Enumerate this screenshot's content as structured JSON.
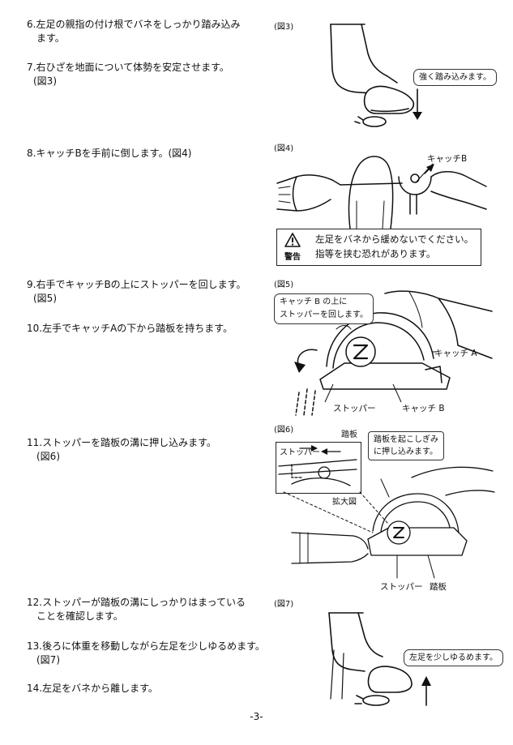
{
  "steps": [
    {
      "id": "6",
      "line1": "6.左足の親指の付け根でバネをしっかり踏み込み",
      "line2": "ます。"
    },
    {
      "id": "7",
      "line1": "7.右ひざを地面について体勢を安定させます。",
      "line2": "(図3)"
    },
    {
      "id": "8",
      "line1": "8.キャッチBを手前に倒します。(図4)"
    },
    {
      "id": "9",
      "line1": "9.右手でキャッチBの上にストッパーを回します。",
      "line2": "(図5)"
    },
    {
      "id": "10",
      "line1": "10.左手でキャッチAの下から踏板を持ちます。"
    },
    {
      "id": "11",
      "line1": "11.ストッパーを踏板の溝に押し込みます。",
      "line2": "(図6)"
    },
    {
      "id": "12",
      "line1": "12.ストッパーが踏板の溝にしっかりはまっている",
      "line2": "ことを確認します。"
    },
    {
      "id": "13",
      "line1": "13.後ろに体重を移動しながら左足を少しゆるめます。",
      "line2": "(図7)"
    },
    {
      "id": "14",
      "line1": "14.左足をバネから離します。"
    }
  ],
  "figures": {
    "fig3": {
      "label": "(図3)",
      "callout": "強く踏み込みます。"
    },
    "fig4": {
      "label": "(図4)",
      "catch_b": "キャッチB",
      "warning": {
        "tag": "警告",
        "line1": "左足をバネから緩めないでください。",
        "line2": "指等を挟む恐れがあります。"
      }
    },
    "fig5": {
      "label": "(図5)",
      "callout_line1": "キャッチ B の上に",
      "callout_line2": "ストッパーを回します。",
      "catch_a": "キャッチ A",
      "stopper": "ストッパー",
      "catch_b": "キャッチ B"
    },
    "fig6": {
      "label": "(図6)",
      "treadle_top": "踏板",
      "stopper_top": "ストッパー",
      "callout_line1": "踏板を起こしぎみ",
      "callout_line2": "に押し込みます。",
      "zoom_label": "拡大図",
      "stopper": "ストッパー",
      "treadle": "踏板"
    },
    "fig7": {
      "label": "(図7)",
      "callout": "左足を少しゆるめます。"
    }
  },
  "page_number": "-3-"
}
